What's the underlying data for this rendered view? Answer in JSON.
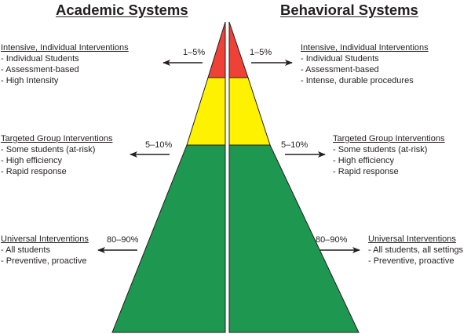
{
  "titles": {
    "left": "Academic Systems",
    "right": "Behavioral Systems"
  },
  "colors": {
    "tier_intensive": "#ef4136",
    "tier_targeted": "#fff200",
    "tier_universal": "#1e9850",
    "outline": "#231f20",
    "text": "#231f20"
  },
  "tiers": [
    {
      "id": "intensive",
      "percent": "1–5%",
      "left": {
        "heading": "Intensive, Individual Interventions",
        "items": [
          "- Individual Students",
          "- Assessment-based",
          "- High Intensity"
        ]
      },
      "right": {
        "heading": "Intensive, Individual Interventions",
        "items": [
          "- Individual Students",
          "- Assessment-based",
          "- Intense, durable procedures"
        ]
      }
    },
    {
      "id": "targeted",
      "percent": "5–10%",
      "left": {
        "heading": "Targeted Group Interventions",
        "items": [
          "- Some students (at-risk)",
          "- High efficiency",
          "- Rapid response"
        ]
      },
      "right": {
        "heading": "Targeted Group Interventions",
        "items": [
          "- Some students (at-risk)",
          "- High efficiency",
          "- Rapid response"
        ]
      }
    },
    {
      "id": "universal",
      "percent": "80–90%",
      "left": {
        "heading": "Universal Interventions",
        "items": [
          "- All students",
          "- Preventive, proactive"
        ]
      },
      "right": {
        "heading": "Universal Interventions",
        "items": [
          "- All students, all settings",
          "- Preventive, proactive"
        ]
      }
    }
  ]
}
